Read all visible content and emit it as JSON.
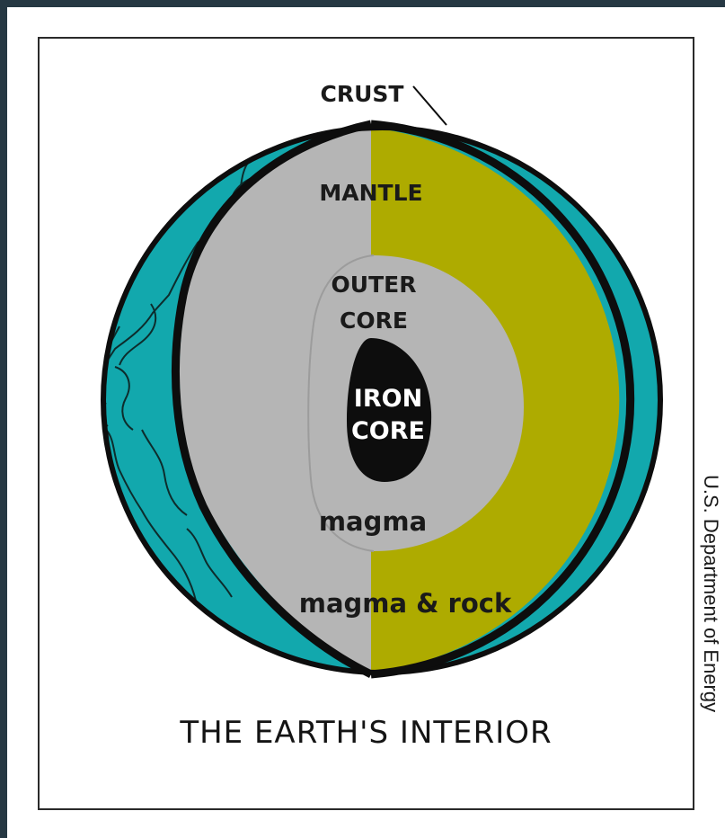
{
  "diagram": {
    "title": "THE EARTH'S INTERIOR",
    "credit": "U.S. Department of Energy",
    "labels": {
      "crust": "CRUST",
      "mantle": "MANTLE",
      "outer_core_line1": "OUTER",
      "outer_core_line2": "CORE",
      "iron_core_line1": "IRON",
      "iron_core_line2": "CORE",
      "magma": "magma",
      "magma_rock": "magma & rock"
    },
    "colors": {
      "ocean": "#12a8ad",
      "mantle_cut": "#aeab00",
      "inner_layer": "#b5b5b5",
      "crust": "#0d0d0d",
      "iron_core": "#0d0d0d",
      "background_frame": "#263843"
    }
  }
}
